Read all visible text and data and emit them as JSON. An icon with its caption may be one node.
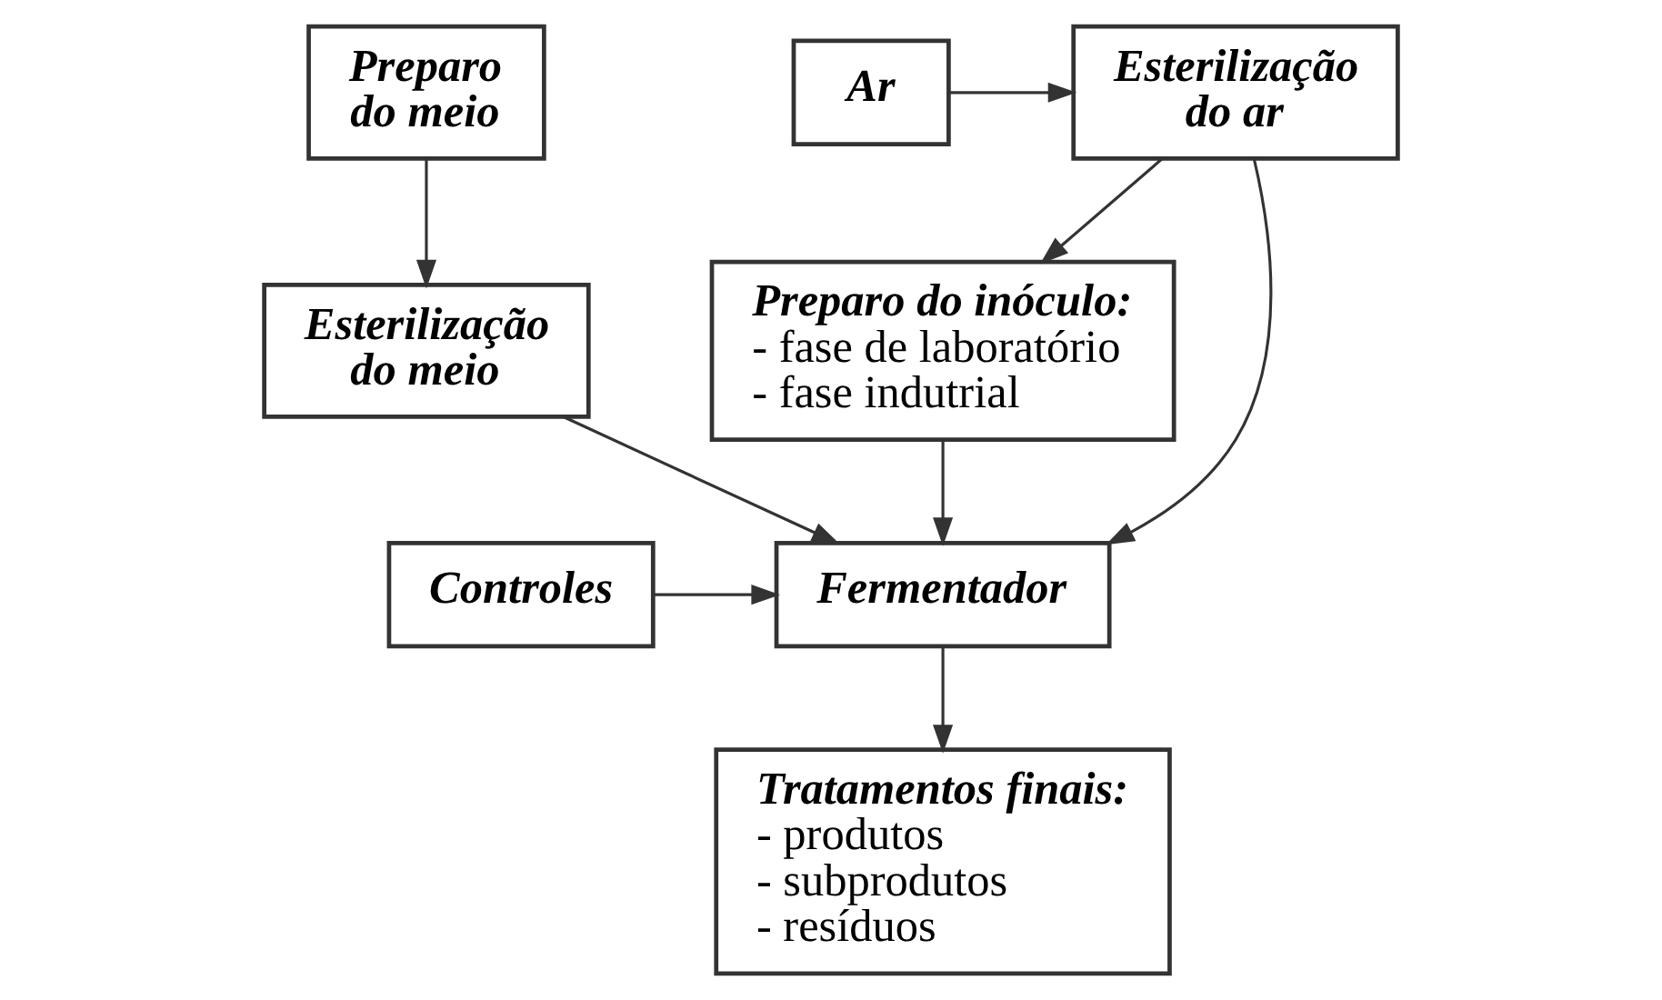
{
  "diagram": {
    "nodes": [
      {
        "text": [
          "Preparo do inóculo:",
          "- fase de laboratório",
          "- fase indutrial"
        ]
      },
      {
        "text": [
          "Preparo do meio"
        ]
      },
      {
        "text": [
          "Esterilização do meio"
        ]
      },
      {
        "text": [
          "Fermentador"
        ]
      },
      {
        "text": [
          "Controles"
        ]
      },
      {
        "text": [
          "Ar"
        ]
      },
      {
        "text": [
          "Esterilização do ar"
        ]
      },
      {
        "text": [
          "Tratamentos finais:",
          "- produtos",
          "- subprodutos",
          "- resíduos"
        ]
      }
    ],
    "edges": [
      {
        "from": 1,
        "to": 2,
        "arrow": "to"
      },
      {
        "from": 0,
        "to": 3,
        "arrow": "to"
      },
      {
        "from": 2,
        "to": 3,
        "arrow": "to"
      },
      {
        "from": 4,
        "to": 3,
        "arrow": "to"
      },
      {
        "from": 5,
        "to": 6,
        "arrow": "to"
      },
      {
        "from": 6,
        "to": 0,
        "arrow": "to"
      },
      {
        "from": 6,
        "to": 3,
        "arrow": "to"
      },
      {
        "from": 3,
        "to": 7,
        "arrow": "to"
      }
    ]
  }
}
